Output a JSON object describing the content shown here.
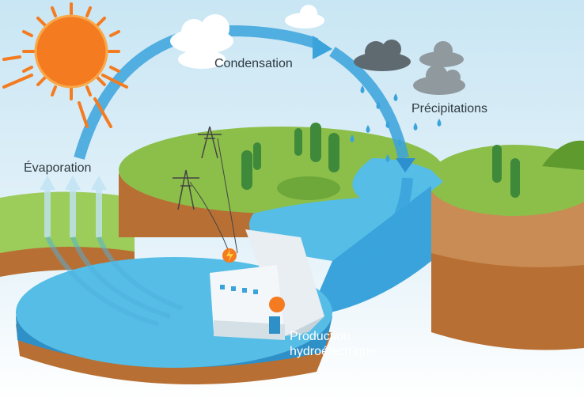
{
  "labels": {
    "condensation": "Condensation",
    "precipitation": "Précipitations",
    "evaporation": "Évaporation",
    "hydro_line1": "Production",
    "hydro_line2": "hydroélectrique"
  },
  "colors": {
    "sun": "#f47b20",
    "arrow": "#3aa3dc",
    "water": "#55bde6",
    "grass": "#8cbf4a",
    "soil": "#b86f33"
  },
  "icons": [
    "sun-icon",
    "cloud-icon",
    "rain-cloud-icon",
    "raindrop-icon",
    "lightning-icon",
    "transmission-tower-icon",
    "tree-icon",
    "turbine-icon"
  ]
}
